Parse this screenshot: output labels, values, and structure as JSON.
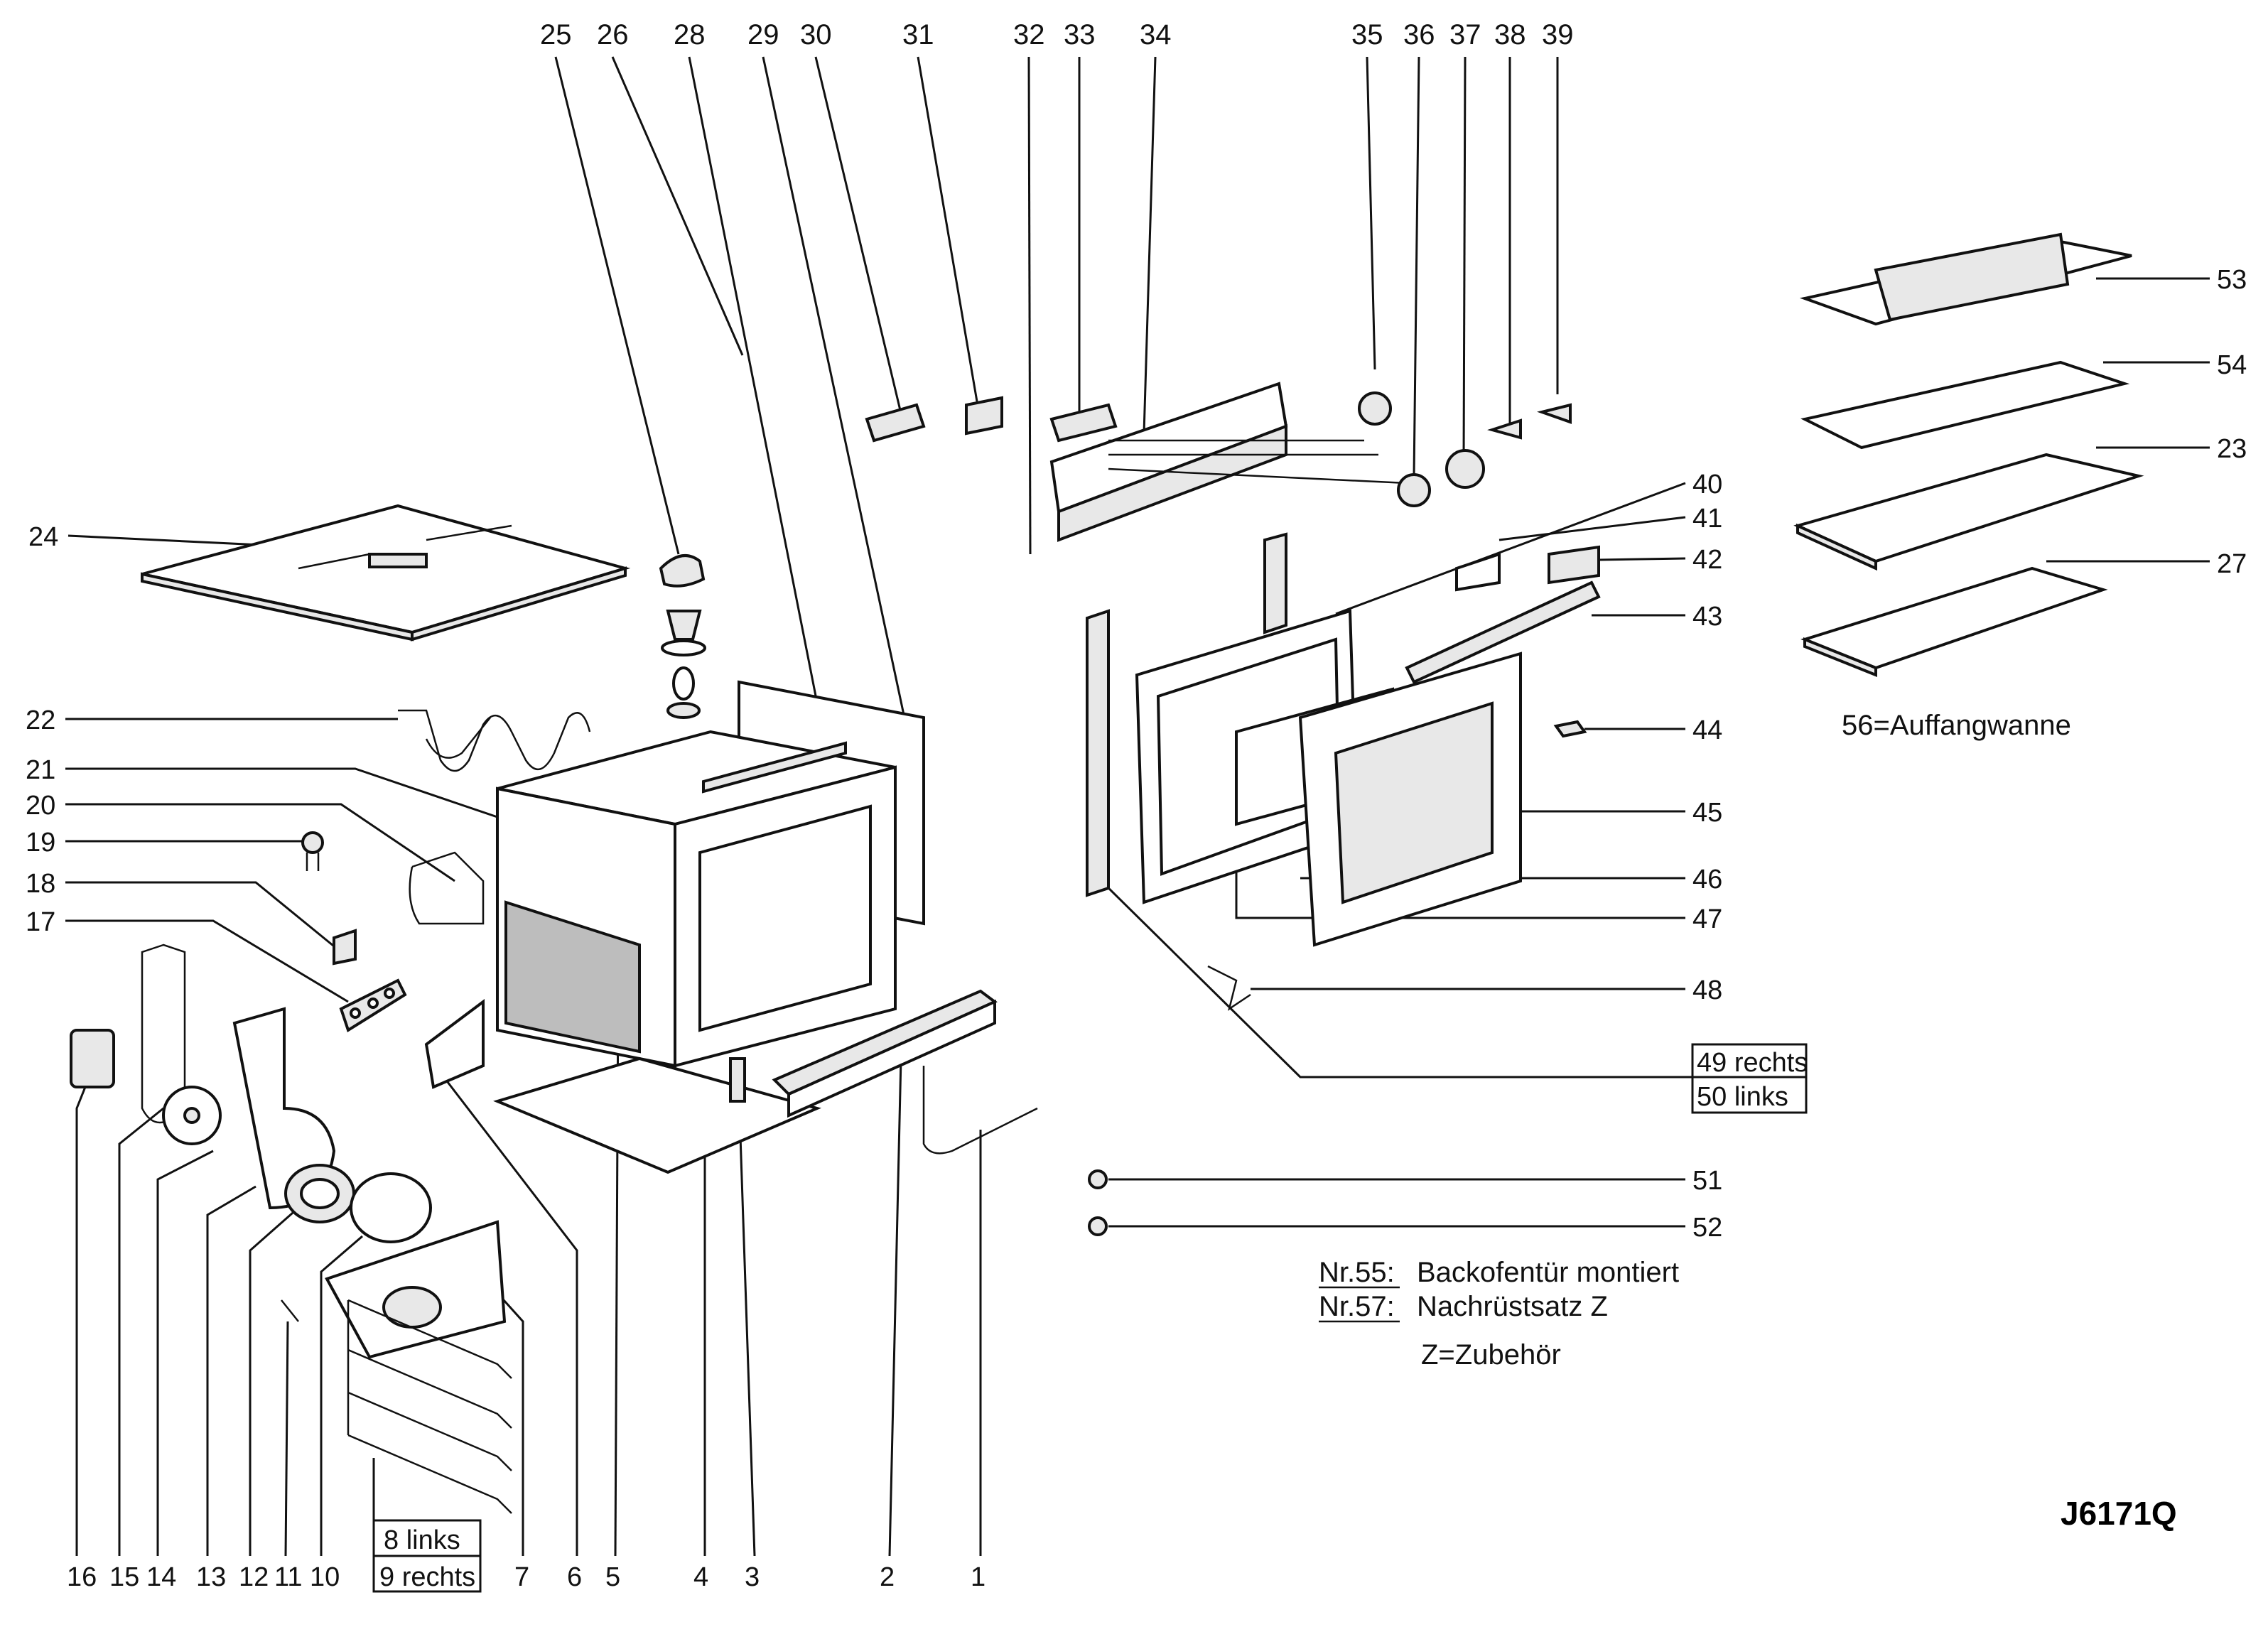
{
  "diagram": {
    "code": "J6171Q",
    "note_56": "56=Auffangwanne",
    "note_55_num": "Nr.55:",
    "note_55_text": "Backofentür montiert",
    "note_57_num": "Nr.57:",
    "note_57_text": "Nachrüstsatz   Z",
    "note_z": "Z=Zubehör",
    "label_49": "49 rechts",
    "label_50": "50 links",
    "label_8": "8 links",
    "label_9": "9 rechts"
  },
  "labels": {
    "p1": "1",
    "p2": "2",
    "p3": "3",
    "p4": "4",
    "p5": "5",
    "p6": "6",
    "p7": "7",
    "p10": "10",
    "p11": "11",
    "p12": "12",
    "p13": "13",
    "p14": "14",
    "p15": "15",
    "p16": "16",
    "p17": "17",
    "p18": "18",
    "p19": "19",
    "p20": "20",
    "p21": "21",
    "p22": "22",
    "p23": "23",
    "p24": "24",
    "p25": "25",
    "p26": "26",
    "p27": "27",
    "p28": "28",
    "p29": "29",
    "p30": "30",
    "p31": "31",
    "p32": "32",
    "p33": "33",
    "p34": "34",
    "p35": "35",
    "p36": "36",
    "p37": "37",
    "p38": "38",
    "p39": "39",
    "p40": "40",
    "p41": "41",
    "p42": "42",
    "p43": "43",
    "p44": "44",
    "p45": "45",
    "p46": "46",
    "p47": "47",
    "p48": "48",
    "p51": "51",
    "p52": "52",
    "p53": "53",
    "p54": "54"
  }
}
